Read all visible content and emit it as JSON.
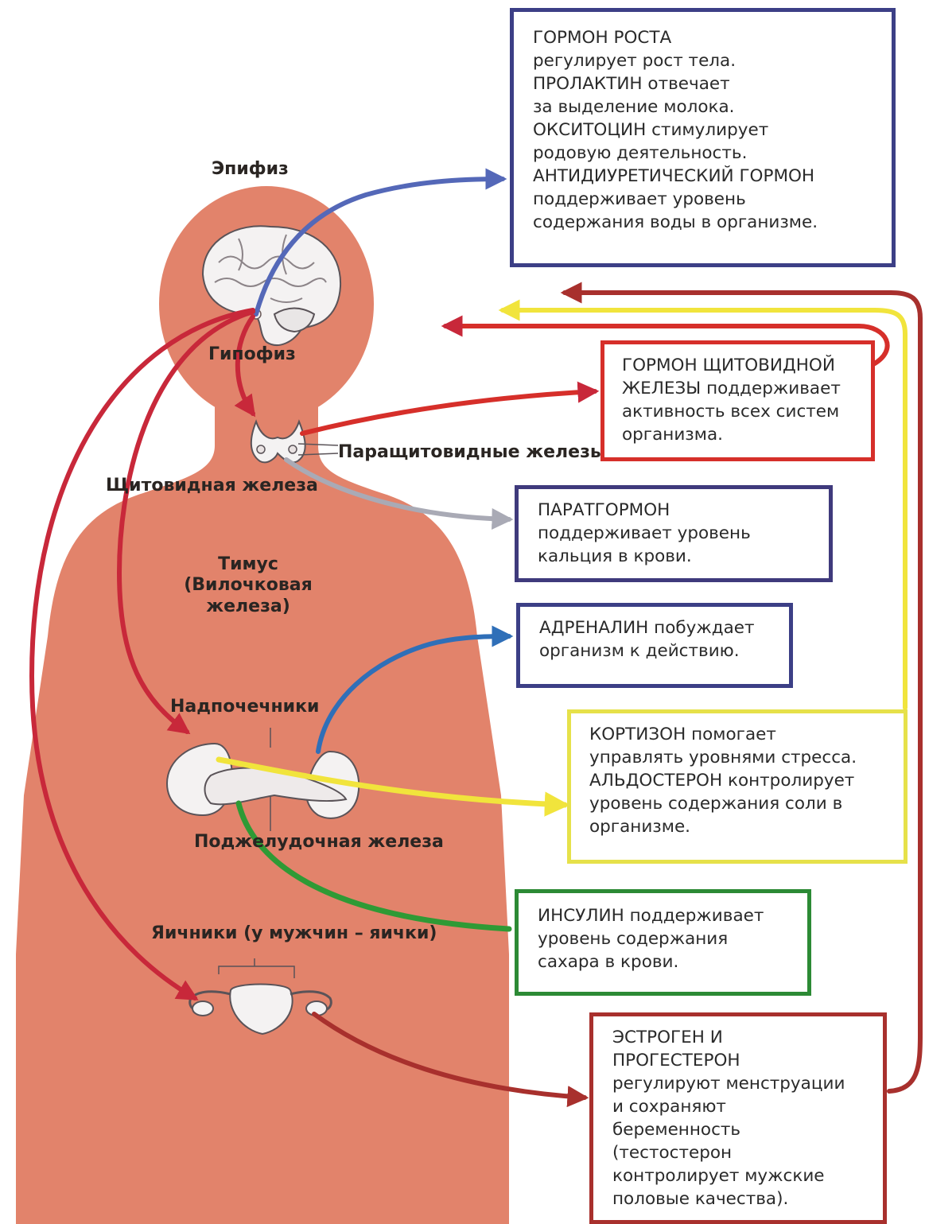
{
  "labels": {
    "epiphysis": "Эпифиз",
    "pituitary": "Гипофиз",
    "parathyroid": "Паращитовидные железы",
    "thyroid": "Щитовидная железа",
    "thymus": [
      "Тимус",
      "(Вилочковая",
      "железа)"
    ],
    "adrenals": "Надпочечники",
    "pancreas": "Поджелудочная железа",
    "ovaries": "Яичники (у мужчин – яички)"
  },
  "boxes": [
    {
      "id": "pituitary-hormones",
      "color": "#3c3f86",
      "lines": [
        "ГОРМОН РОСТА",
        "регулирует рост тела.",
        "ПРОЛАКТИН отвечает",
        "за выделение молока.",
        "ОКСИТОЦИН стимулирует",
        "родовую деятельность.",
        "АНТИДИУРЕТИЧЕСКИЙ ГОРМОН",
        "поддерживает уровень",
        "содержания воды в организме."
      ]
    },
    {
      "id": "thyroid-hormone",
      "color": "#d62f2a",
      "lines": [
        "ГОРМОН ЩИТОВИДНОЙ",
        "ЖЕЛЕЗЫ поддерживает",
        "активность всех систем",
        "организма."
      ]
    },
    {
      "id": "parathormone",
      "color": "#3f3a7c",
      "lines": [
        "ПАРАТГОРМОН",
        "поддерживает уровень",
        "кальция в крови."
      ]
    },
    {
      "id": "adrenaline",
      "color": "#3c3f86",
      "lines": [
        "АДРЕНАЛИН побуждает",
        "организм к действию."
      ]
    },
    {
      "id": "cortisone",
      "color": "#e6e14a",
      "lines": [
        "КОРТИЗОН помогает",
        "управлять уровнями стресса.",
        "АЛЬДОСТЕРОН контролирует",
        "уровень содержания соли в",
        "организме."
      ]
    },
    {
      "id": "insulin",
      "color": "#2c8a35",
      "lines": [
        "ИНСУЛИН поддерживает",
        "уровень содержания",
        "сахара в крови."
      ]
    },
    {
      "id": "estrogen",
      "color": "#a8302d",
      "lines": [
        "ЭСТРОГЕН И",
        "ПРОГЕСТЕРОН",
        "регулируют менструации",
        "и сохраняют",
        "беременность",
        "(тестостерон",
        "контролирует мужские",
        "половые качества)."
      ]
    }
  ],
  "colors": {
    "body": "#e2836b",
    "blue": "#5468b8",
    "red": "#c8283a",
    "darkred": "#a8302d",
    "yellow": "#f1e43c",
    "green": "#2f9a35",
    "grey": "#a9aab5"
  }
}
